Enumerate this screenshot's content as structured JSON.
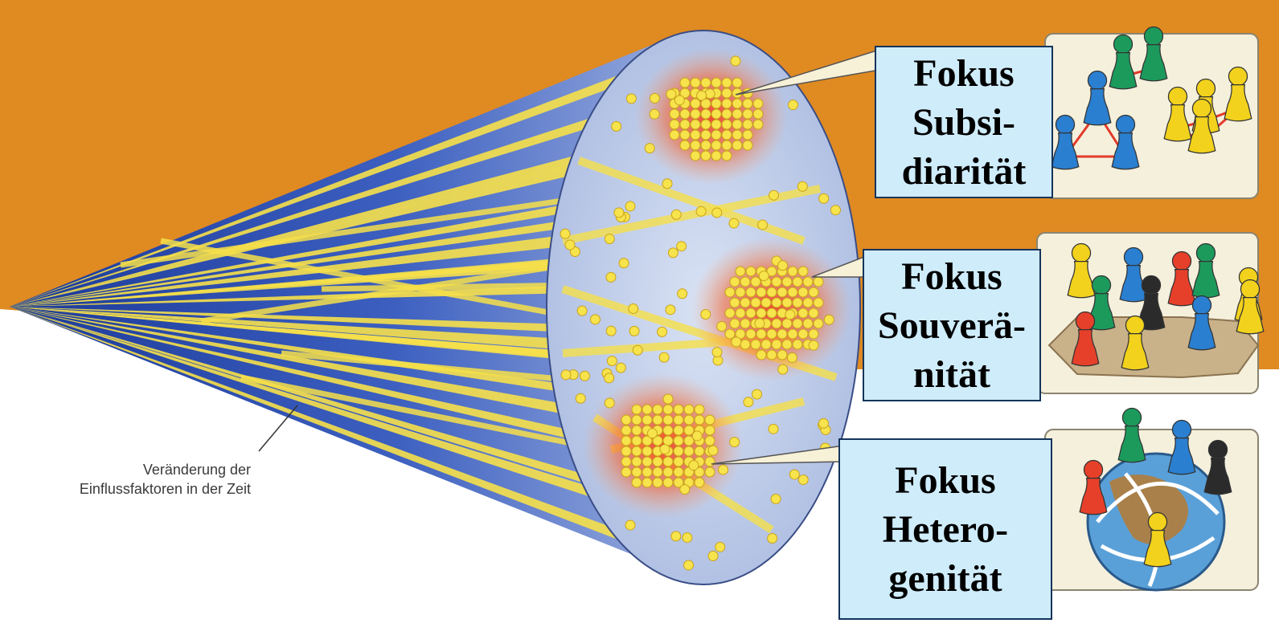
{
  "annotation": {
    "line1": "Veränderung der",
    "line2": "Einflussfaktoren in der Zeit"
  },
  "focus_labels": [
    {
      "lines": [
        "Fokus",
        "Subsi-",
        "diarität"
      ]
    },
    {
      "lines": [
        "Fokus",
        "Souverä-",
        "nität"
      ]
    },
    {
      "lines": [
        "Fokus",
        "Hetero-",
        "genität"
      ]
    }
  ],
  "panels": [
    {
      "figures": [
        "green",
        "green",
        "blue",
        "blue",
        "blue",
        "yellow",
        "yellow",
        "yellow",
        "yellow"
      ]
    },
    {
      "figures": [
        "yellow",
        "green",
        "blue",
        "black",
        "red",
        "green",
        "red",
        "blue",
        "yellow",
        "yellow",
        "yellow"
      ]
    },
    {
      "figures": [
        "red",
        "green",
        "blue",
        "black",
        "yellow"
      ]
    }
  ],
  "colors": {
    "background_top": "#e08a22",
    "background_bottom": "#ffffff",
    "cone_dark": "#2a49a8",
    "cone_light": "#c8d6ee",
    "beam": "#f6e04a",
    "cluster_glow": "#f2543a",
    "label_fill": "#cfecfb",
    "label_border": "#14345a",
    "panel_fill": "#f5f0dc"
  }
}
